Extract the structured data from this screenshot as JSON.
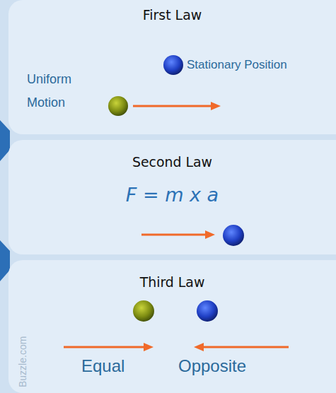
{
  "diagram": {
    "nodes": [
      {
        "text": [
          "First Law",
          "Stationary Position",
          "Uniform Motion"
        ]
      },
      {
        "text": [
          "Second Law",
          "F = m x a"
        ]
      },
      {
        "text": [
          "Third Law",
          "Equal",
          "Opposite"
        ]
      }
    ],
    "labels": [
      "Buzzle.com"
    ]
  }
}
